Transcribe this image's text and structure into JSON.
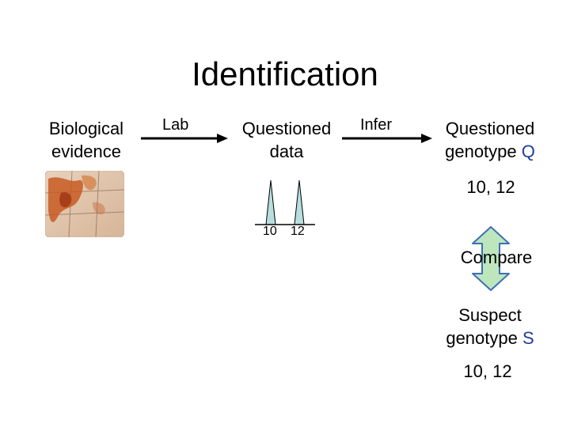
{
  "title": "Identification",
  "evidence": {
    "line1": "Biological",
    "line2": "evidence"
  },
  "lab_label": "Lab",
  "questioned_data": {
    "line1": "Questioned",
    "line2": "data",
    "peaks": [
      "10",
      "12"
    ]
  },
  "infer_label": "Infer",
  "questioned_genotype": {
    "line1": "Questioned",
    "line2_prefix": "genotype ",
    "symbol": "Q",
    "alleles": "10, 12"
  },
  "compare_label": "Compare",
  "suspect_genotype": {
    "line1": "Suspect",
    "line2_prefix": "genotype ",
    "symbol": "S",
    "alleles": "10, 12"
  },
  "colors": {
    "symbol": "#1f3f9a",
    "peak_fill": "#b8dede",
    "compare_arrow": "#bde6bd"
  }
}
